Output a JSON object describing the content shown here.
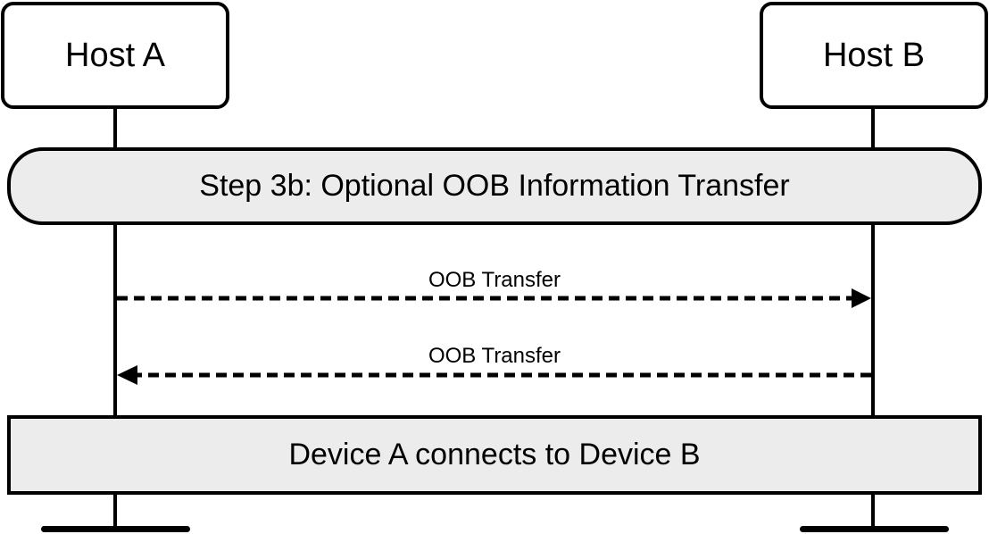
{
  "participants": [
    {
      "label": "Host A"
    },
    {
      "label": "Host B"
    }
  ],
  "step": {
    "label": "Step 3b:  Optional OOB Information Transfer"
  },
  "messages": [
    {
      "label": "OOB Transfer",
      "from": "Host A",
      "to": "Host B",
      "style": "dashed"
    },
    {
      "label": "OOB Transfer",
      "from": "Host B",
      "to": "Host A",
      "style": "dashed"
    }
  ],
  "action": {
    "label": "Device A connects to Device B"
  },
  "colors": {
    "box_fill": "#ececec",
    "stroke": "#000000",
    "background": "#ffffff"
  }
}
